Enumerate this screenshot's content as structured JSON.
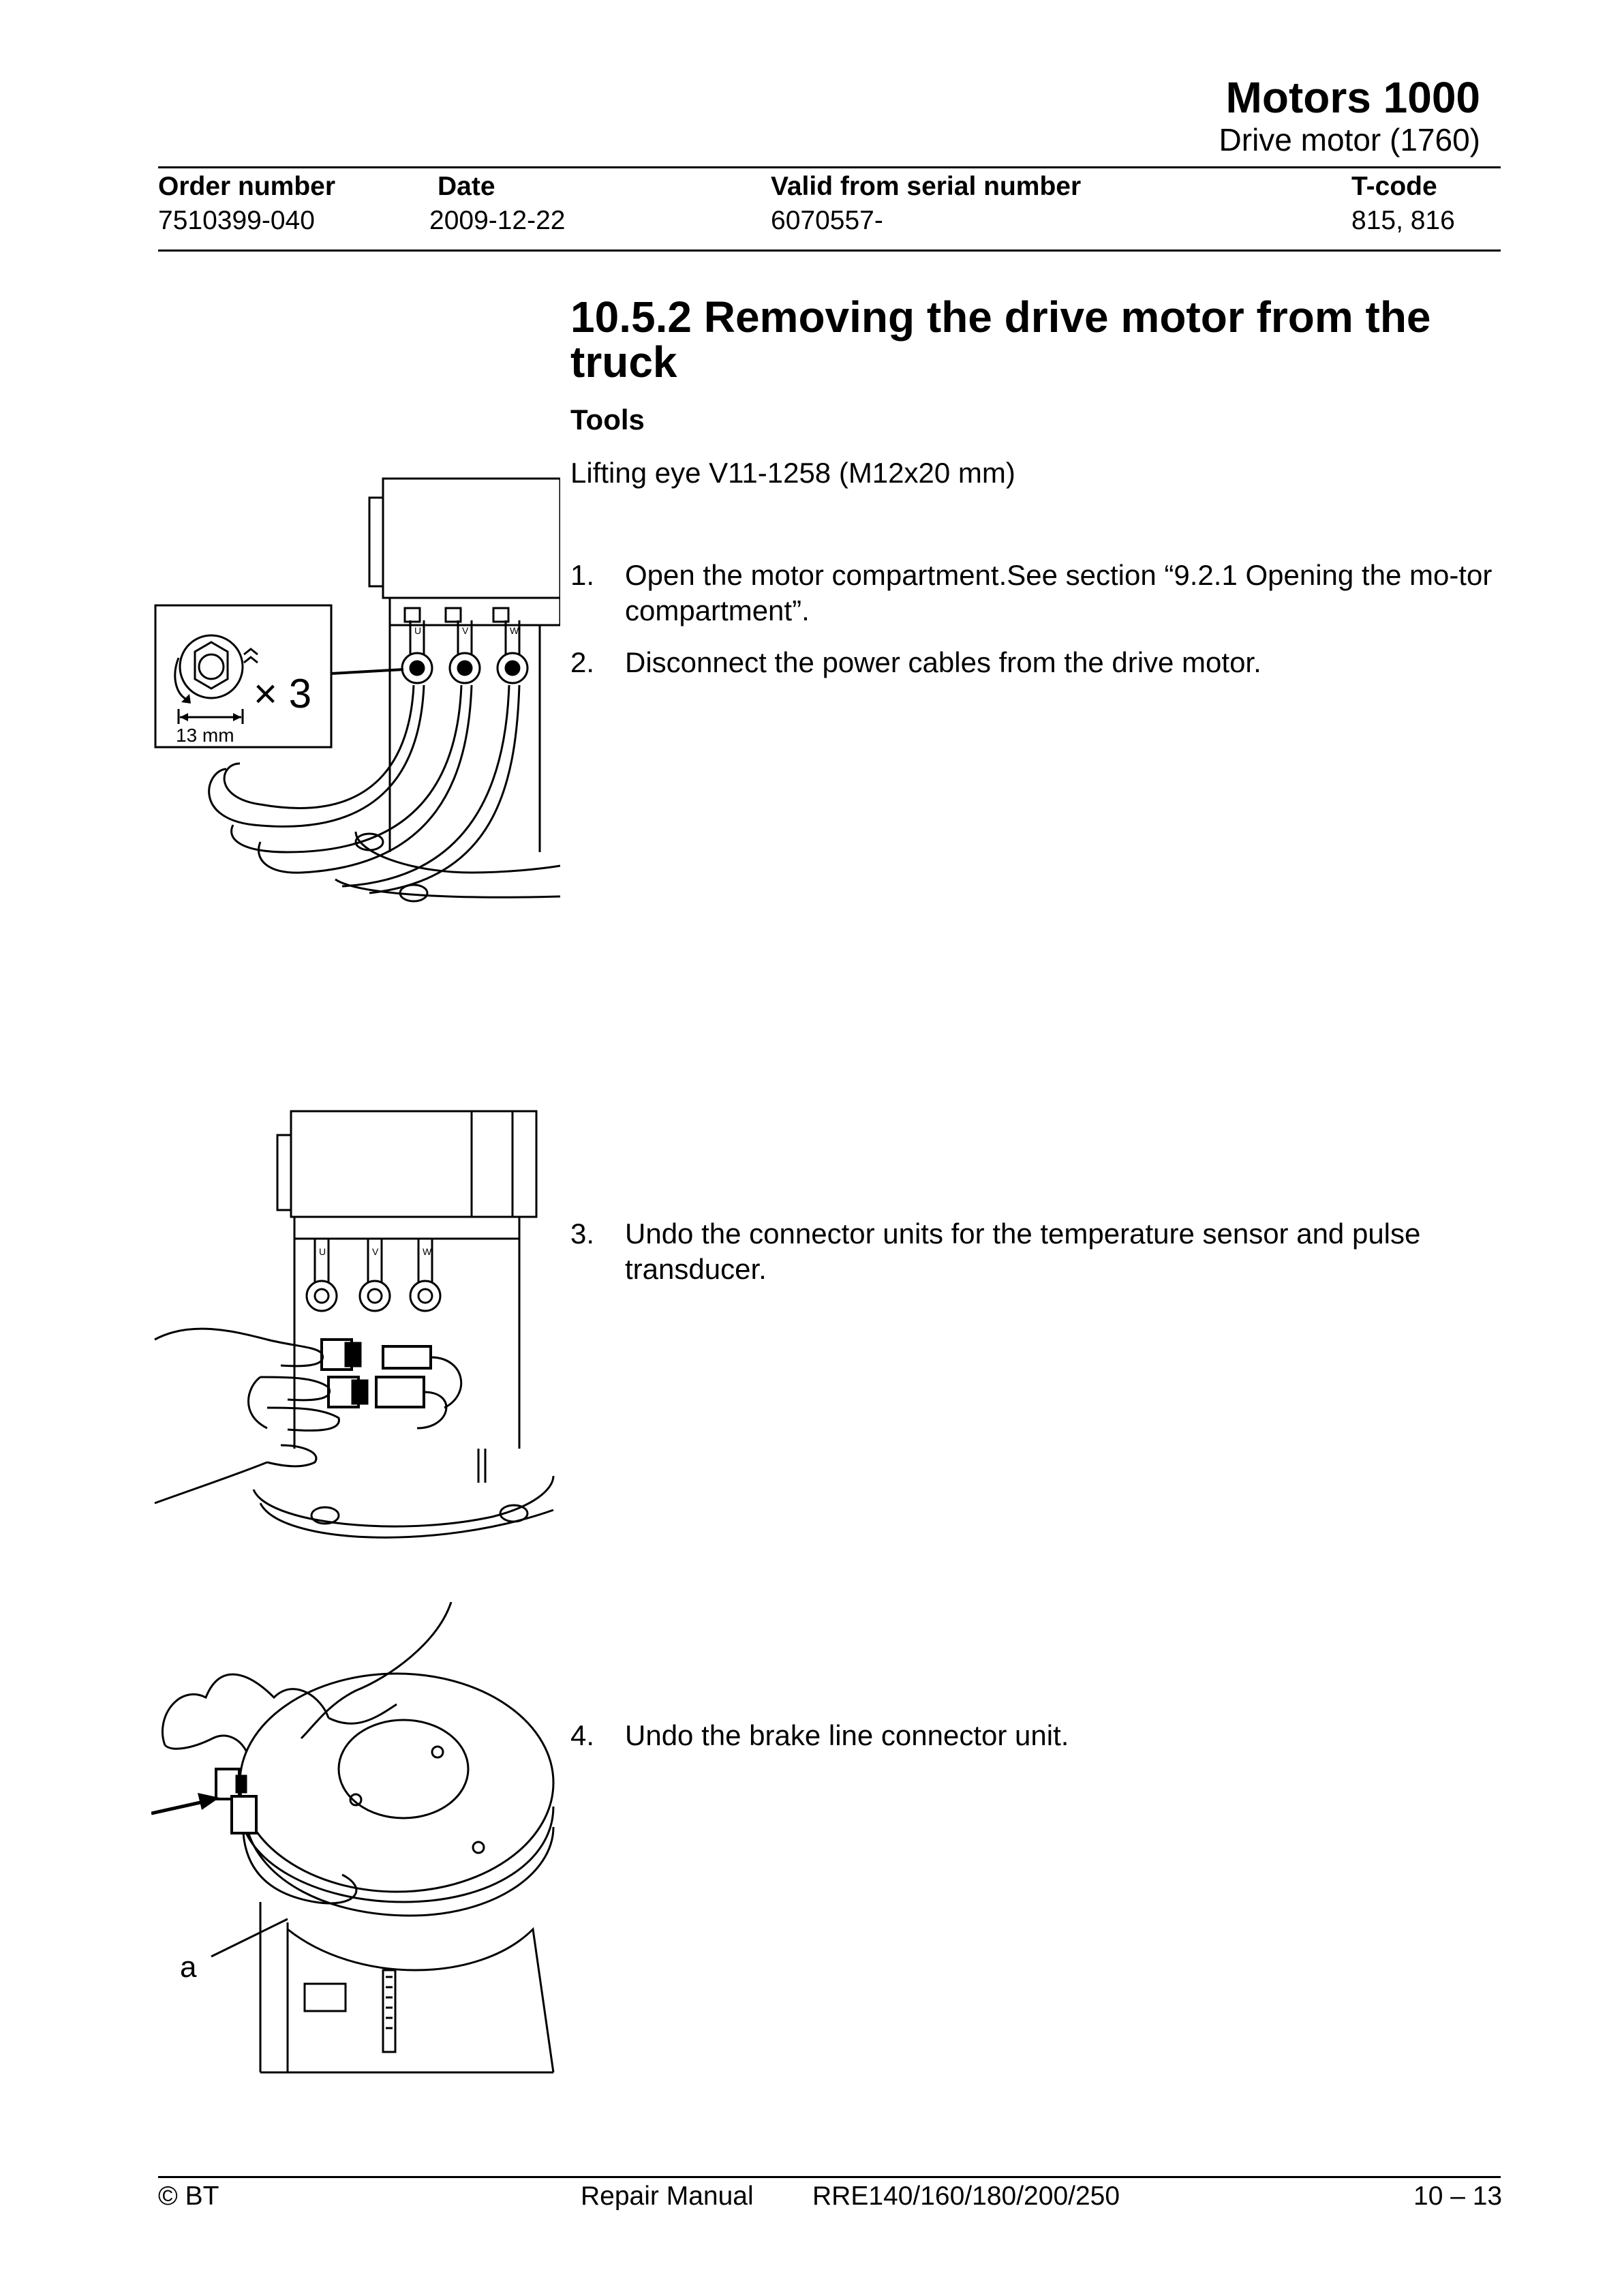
{
  "header": {
    "title": "Motors 1000",
    "subtitle": "Drive motor (1760)",
    "columns": [
      {
        "label": "Order number",
        "value": "7510399-040"
      },
      {
        "label": "Date",
        "value": "2009-12-22"
      },
      {
        "label": "Valid from serial number",
        "value": "6070557-"
      },
      {
        "label": "T-code",
        "value": "815, 816"
      }
    ]
  },
  "section": {
    "heading": "10.5.2 Removing the drive motor from the truck",
    "tools_heading": "Tools",
    "tools_text": "Lifting eye V11-1258 (M12x20 mm)"
  },
  "steps": [
    {
      "num": "1.",
      "text": "Open the motor compartment.See section “9.2.1 Opening the mo-tor compartment”."
    },
    {
      "num": "2.",
      "text": "Disconnect the power cables from the drive motor."
    },
    {
      "num": "3.",
      "text": "Undo the connector units for the temperature sensor and pulse transducer."
    },
    {
      "num": "4.",
      "text": "Undo the brake line connector unit."
    }
  ],
  "figures": {
    "fig1": {
      "size_label": "13 mm",
      "count_label": "× 3",
      "terminals": [
        "U",
        "V",
        "W"
      ]
    },
    "fig2": {
      "terminals": [
        "U",
        "V",
        "W"
      ]
    },
    "fig3": {
      "callout": "a"
    }
  },
  "footer": {
    "copyright": "© BT",
    "manual": "Repair Manual",
    "models": "RRE140/160/180/200/250",
    "page": "10 – 13"
  }
}
